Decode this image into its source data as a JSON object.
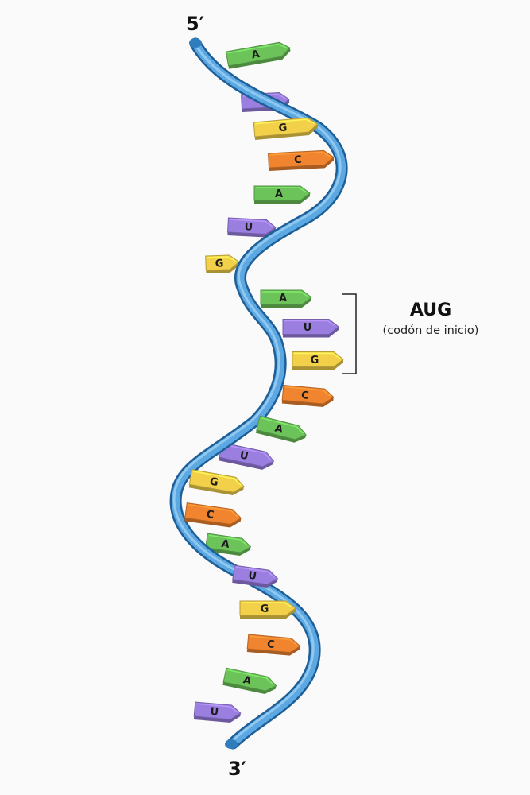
{
  "strand": {
    "five_prime_label": "5′",
    "three_prime_label": "3′",
    "backbone_color": "#3d8fd0"
  },
  "annotation": {
    "codon": "AUG",
    "description": "(codón de inicio)"
  },
  "base_colors": {
    "A": "#6cc35a",
    "U": "#9a7ee0",
    "G": "#f2d04a",
    "C": "#f0842f"
  },
  "bases": [
    "A",
    "U",
    "G",
    "C",
    "A",
    "U",
    "G",
    "A",
    "U",
    "G",
    "C",
    "A",
    "U",
    "G",
    "C",
    "A",
    "U",
    "G",
    "C",
    "A",
    "U"
  ]
}
